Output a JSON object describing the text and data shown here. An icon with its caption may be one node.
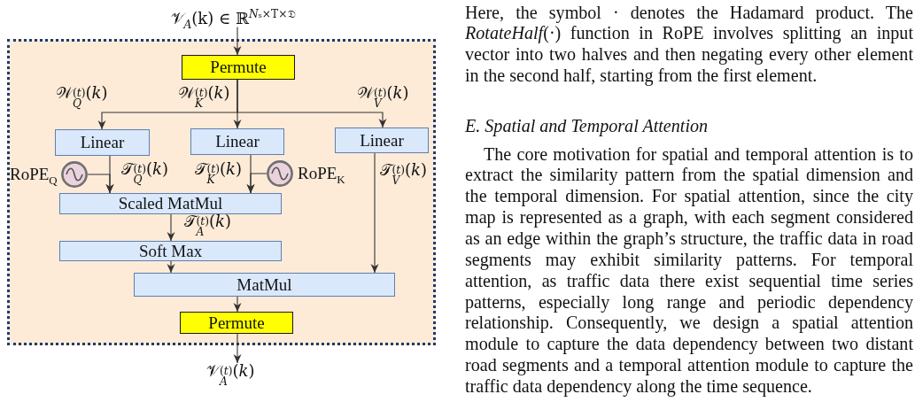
{
  "diagram": {
    "nodes": [
      {
        "text": [
          "𝒱$_{𝐴}$(k) ∈ ℝ$^{𝑁ₛ×T×𝔇}$"
        ]
      },
      {
        "text": [],
        "shape": "box"
      },
      {
        "text": [
          "Permute"
        ],
        "in": 1
      },
      {
        "text": [
          "Linear"
        ],
        "in": 1
      },
      {
        "text": [
          "Linear"
        ],
        "in": 1
      },
      {
        "text": [
          "Linear"
        ],
        "in": 1
      },
      {
        "text": [],
        "shape": "circle",
        "beside": [
          "RoPE$_{Q}$"
        ],
        "in": 1
      },
      {
        "text": [],
        "shape": "circle",
        "beside": [
          "RoPE$_{K}$"
        ],
        "in": 1
      },
      {
        "text": [
          "Scaled MatMul"
        ],
        "in": 1
      },
      {
        "text": [
          "Soft Max"
        ],
        "in": 1
      },
      {
        "text": [
          "MatMul"
        ],
        "in": 1
      },
      {
        "text": [
          "Permute"
        ],
        "in": 1
      },
      {
        "text": [
          "𝒱$_{𝐴}$$^{(𝑡)}$(𝑘)"
        ]
      }
    ],
    "edges": [
      {
        "from": 0,
        "to": 2,
        "arrow": "to"
      },
      {
        "from": 2,
        "to": 3,
        "arrow": "to",
        "label": "𝒲$_{𝑄}$$^{(𝑡)}$(𝑘)"
      },
      {
        "from": 2,
        "to": 4,
        "arrow": "to",
        "label": "𝒲$_{𝐾}$$^{(𝑡)}$(𝑘)"
      },
      {
        "from": 2,
        "to": 5,
        "arrow": "to",
        "label": "𝒲$_{𝑉}$$^{(𝑡)}$(𝑘)"
      },
      {
        "from": 3,
        "to": 8,
        "arrow": "to",
        "label": "𝒯$_{𝑄}$$^{(𝑡)}$(𝑘)"
      },
      {
        "from": 6,
        "to": 8,
        "arrow": "to"
      },
      {
        "from": 4,
        "to": 8,
        "arrow": "to",
        "label": "𝒯$_{𝐾}$$^{(𝑡)}$(𝑘)"
      },
      {
        "from": 7,
        "to": 8,
        "arrow": "to"
      },
      {
        "from": 5,
        "to": 10,
        "arrow": "to",
        "label": "𝒯$_{𝑉}$$^{(𝑡)}$(𝑘)"
      },
      {
        "from": 8,
        "to": 9,
        "arrow": "to",
        "label": "𝒯$_{𝐴}$$^{(𝑡)}$(𝑘)"
      },
      {
        "from": 9,
        "to": 10,
        "arrow": "to"
      },
      {
        "from": 10,
        "to": 11,
        "arrow": "to"
      },
      {
        "from": 11,
        "to": 12,
        "arrow": "to"
      }
    ],
    "labels": [
      "Here, the symbol · denotes the Hadamard product. The *RotateHalf*(·) function in RoPE involves splitting an input vector into two halves and then negating every other element in the second half, starting from the first element.",
      "E. Spatial and Temporal Attention",
      "The core motivation for spatial and temporal attention is to extract the similarity pattern from the spatial dimension and the temporal dimension. For spatial attention, since the city map is represented as a graph, with each segment considered as an edge within the graph’s structure, the traffic data in road segments may exhibit similarity patterns. For temporal attention, as traffic data there exist sequential time series patterns, especially long range and periodic dependency relationship. Consequently, we design a spatial attention module to capture the data dependency between two distant road segments and a temporal attention module to capture the traffic data dependency along the time sequence."
    ]
  }
}
